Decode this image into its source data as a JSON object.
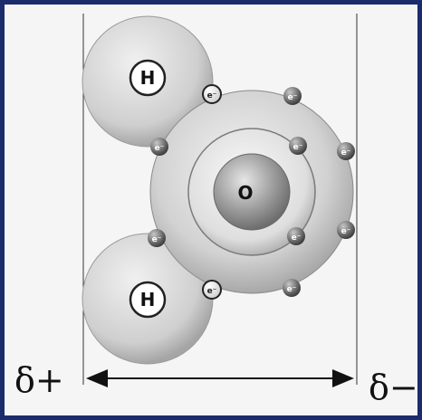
{
  "diagram": {
    "hydrogen_label": "H",
    "oxygen_label": "O",
    "electron_label": "e⁻",
    "charge_positive": "δ+",
    "charge_negative": "δ−",
    "colors": {
      "frame": "#1b2b6b",
      "background": "#f5f5f5",
      "shell": "#c8c8c8",
      "nucleus": "#9a9a9a",
      "electron": "#555555"
    }
  }
}
